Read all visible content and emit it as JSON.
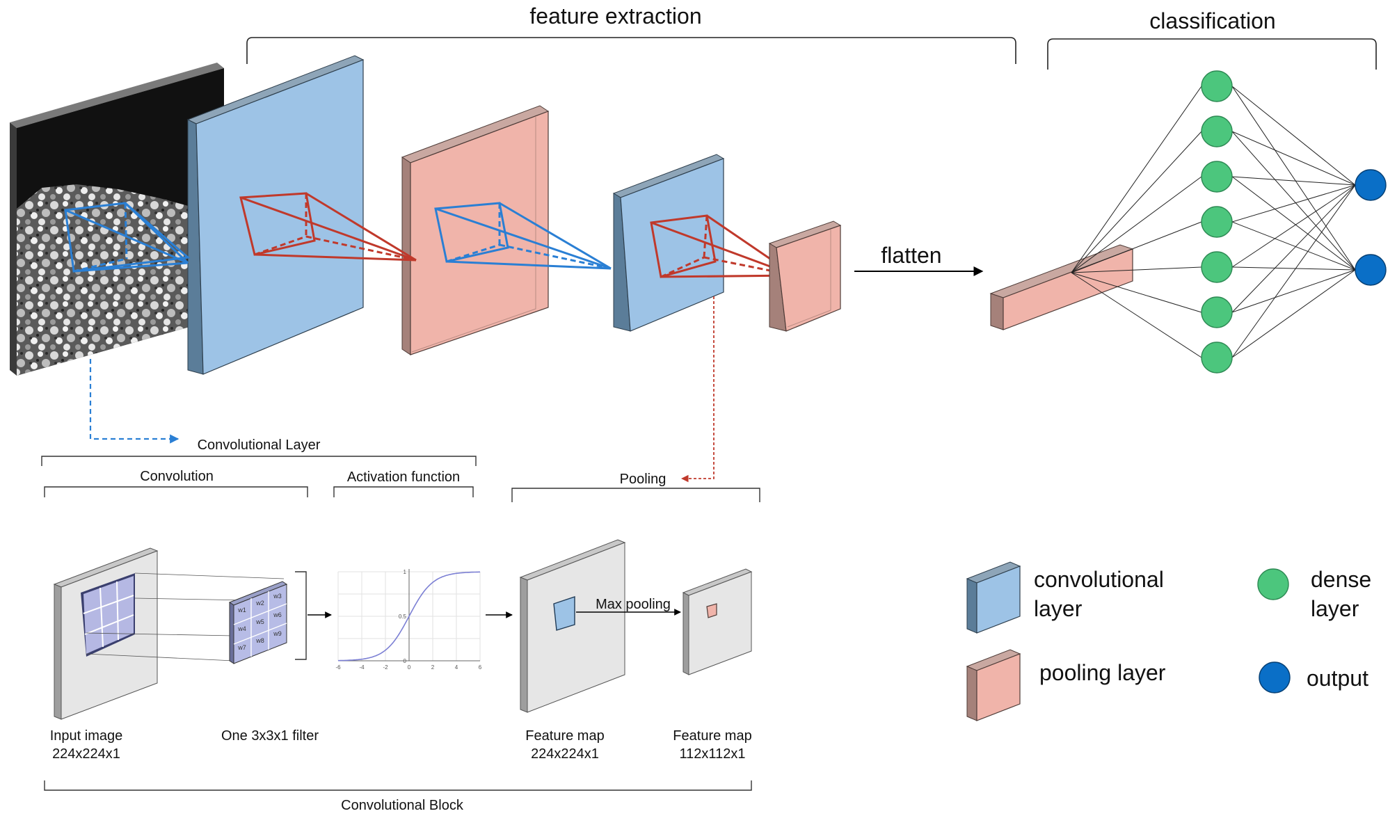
{
  "top": {
    "feature_extraction": "feature extraction",
    "classification": "classification",
    "flatten": "flatten"
  },
  "block": {
    "convolutional_layer": "Convolutional Layer",
    "convolution": "Convolution",
    "activation_function": "Activation function",
    "pooling": "Pooling",
    "max_pooling": "Max pooling",
    "convolutional_block": "Convolutional Block",
    "input_image": [
      "Input image",
      "224x224x1"
    ],
    "filter": "One 3x3x1 filter",
    "feature_map_1": [
      "Feature map",
      "224x224x1"
    ],
    "feature_map_2": [
      "Feature map",
      "112x112x1"
    ],
    "weights": [
      "w1",
      "w2",
      "w3",
      "w4",
      "w5",
      "w6",
      "w7",
      "w8",
      "w9"
    ],
    "sigmoid_x_ticks": [
      "-6",
      "-4",
      "-2",
      "0",
      "2",
      "4",
      "6"
    ],
    "sigmoid_y_ticks": [
      "1",
      "0.5",
      "0"
    ]
  },
  "legend": {
    "conv_label": [
      "convolutional",
      "layer"
    ],
    "pool_label": "pooling layer",
    "dense_label": [
      "dense",
      "layer"
    ],
    "output_label": "output"
  },
  "network": {
    "dense_count": 7,
    "output_count": 2
  },
  "colors": {
    "conv_face": "#9dc3e6",
    "conv_side": "#5b7d99",
    "pool_face": "#f0b4aa",
    "pool_side": "#a5817a",
    "dense": "#4cc67d",
    "output": "#0a6fc7",
    "red_filter": "#c0392b",
    "blue_filter": "#2a7fd4"
  }
}
